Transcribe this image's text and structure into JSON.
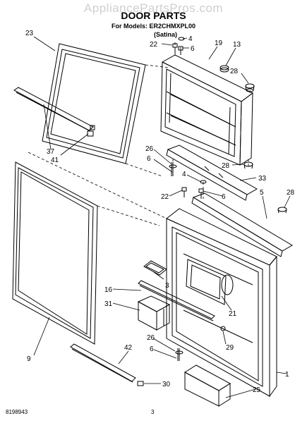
{
  "watermark": "AppliancePartsPros.com",
  "title": "DOOR PARTS",
  "subtitle": "For Models: ER2CHMXPL00",
  "variant": "(Satina)",
  "footer": {
    "doc_number": "8198943",
    "page_number": "3"
  },
  "callouts": {
    "c1": "1",
    "c3": "3",
    "c4a": "4",
    "c4b": "4",
    "c5": "5",
    "c6a": "6",
    "c6b": "6",
    "c6c": "6",
    "c6d": "6",
    "c9": "9",
    "c13": "13",
    "c16": "16",
    "c19": "19",
    "c21": "21",
    "c22a": "22",
    "c22b": "22",
    "c23": "23",
    "c25": "25",
    "c26a": "26",
    "c26b": "26",
    "c28a": "28",
    "c28b": "28",
    "c28c": "28",
    "c29": "29",
    "c30": "30",
    "c31": "31",
    "c33": "33",
    "c37": "37",
    "c41": "41",
    "c42": "42"
  }
}
